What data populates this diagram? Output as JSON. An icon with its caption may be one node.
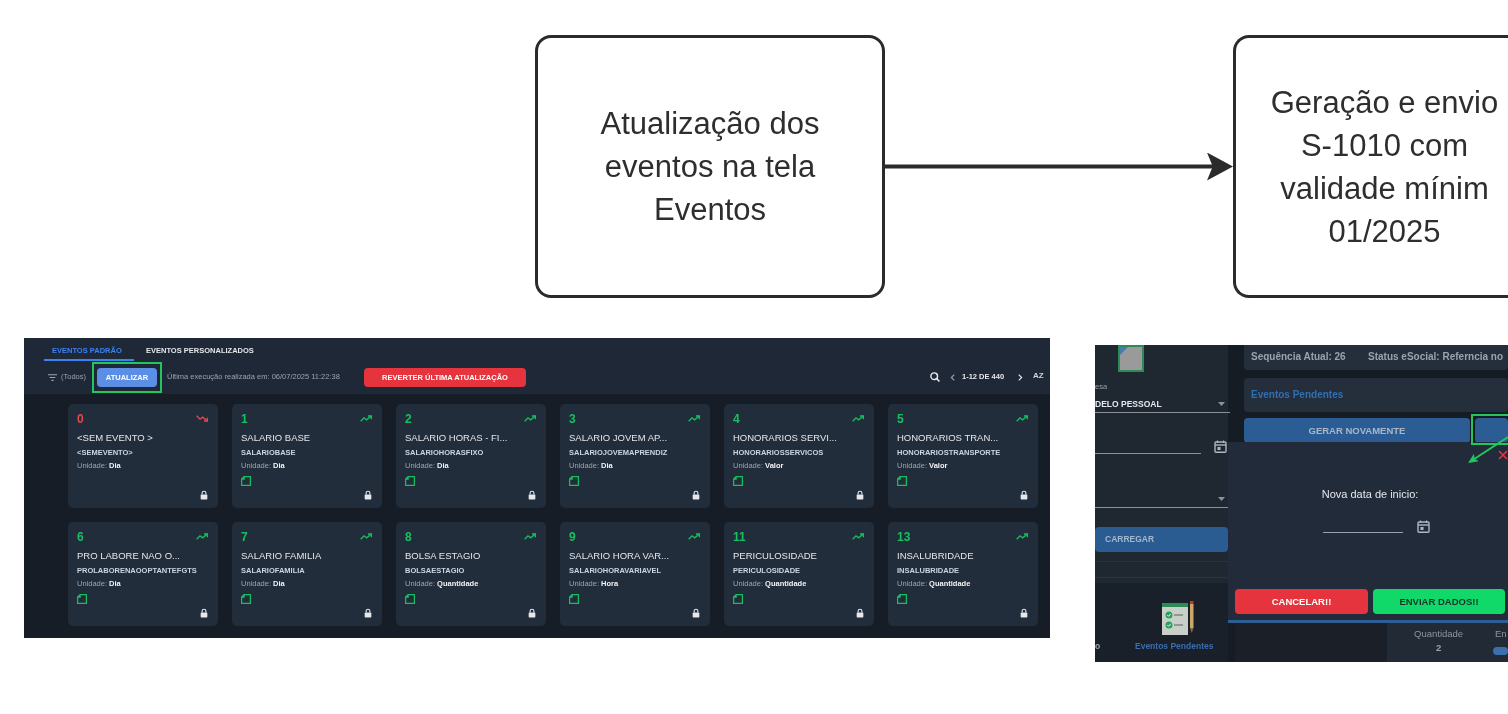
{
  "diagram": {
    "nodes": [
      {
        "text": [
          "Atualização dos eventos na tela Eventos"
        ]
      },
      {
        "text": [
          "Geração e envio S-1010 com validade mínim 01/2025"
        ]
      },
      {
        "text": [
          "EVENTOS PADRÃO",
          "EVENTOS PERSONALIZADOS",
          "(Todos)",
          "Última execução realizada em: 06/07/2025 11:22:38",
          "1-12 DE 440",
          "AZ"
        ]
      },
      {
        "text": [
          "ATUALIZAR"
        ],
        "in": 2
      },
      {
        "text": [
          "REVERTER ÚLTIMA ATUALIZAÇÃO"
        ],
        "in": 2
      },
      {
        "text": [
          "0",
          "<SEM EVENTO >",
          "<SEMEVENTO>",
          "Unidade: **Dia**"
        ],
        "in": 2
      },
      {
        "text": [
          "1",
          "SALARIO BASE",
          "SALARIOBASE",
          "Unidade: **Dia**"
        ],
        "in": 2
      },
      {
        "text": [
          "2",
          "SALARIO HORAS - FI...",
          "SALARIOHORASFIXO",
          "Unidade: **Dia**"
        ],
        "in": 2
      },
      {
        "text": [
          "3",
          "SALARIO JOVEM AP...",
          "SALARIOJOVEMAPRENDIZ",
          "Unidade: **Dia**"
        ],
        "in": 2
      },
      {
        "text": [
          "4",
          "HONORARIOS SERVI...",
          "HONORARIOSSERVICOS",
          "Unidade: **Valor**"
        ],
        "in": 2
      },
      {
        "text": [
          "5",
          "HONORARIOS TRAN...",
          "HONORARIOSTRANSPORTE",
          "Unidade: **Valor**"
        ],
        "in": 2
      },
      {
        "text": [
          "6",
          "PRO LABORE NAO O...",
          "PROLABORENAOOPTANTEFGTS",
          "Unidade: **Dia**"
        ],
        "in": 2
      },
      {
        "text": [
          "7",
          "SALARIO FAMILIA",
          "SALARIOFAMILIA",
          "Unidade: **Dia**"
        ],
        "in": 2
      },
      {
        "text": [
          "8",
          "BOLSA ESTAGIO",
          "BOLSAESTAGIO",
          "Unidade: **Quantidade**"
        ],
        "in": 2
      },
      {
        "text": [
          "9",
          "SALARIO HORA VAR...",
          "SALARIOHORAVARIAVEL",
          "Unidade: **Hora**"
        ],
        "in": 2
      },
      {
        "text": [
          "11",
          "PERICULOSIDADE",
          "PERICULOSIDADE",
          "Unidade: **Quantidade**"
        ],
        "in": 2
      },
      {
        "text": [
          "13",
          "INSALUBRIDADE",
          "INSALUBRIDADE",
          "Unidade: **Quantidade**"
        ],
        "in": 2
      },
      {
        "text": [
          "esa",
          "DELO PESSOAL",
          "o",
          "Eventos Pendentes",
          "Quantidade",
          "2",
          "En"
        ]
      },
      {
        "text": [
          "Sequência Atual: 26",
          "Status eSocial: Referncia no"
        ],
        "in": 17
      },
      {
        "text": [
          "Eventos Pendentes"
        ],
        "in": 17
      },
      {
        "text": [
          "GERAR NOVAMENTE"
        ],
        "in": 17
      },
      {
        "text": [],
        "shape": "box",
        "in": 17
      },
      {
        "text": [
          "CARREGAR"
        ],
        "in": 17
      },
      {
        "text": [
          "Nova data de inicio:"
        ],
        "in": 17
      },
      {
        "text": [
          "CANCELAR!!"
        ],
        "in": 23
      },
      {
        "text": [
          "ENVIAR DADOS!!"
        ],
        "in": 23
      }
    ],
    "edges": [
      {
        "from": 0,
        "to": 1,
        "arrow": "to"
      },
      {
        "from": 21,
        "to": 23,
        "arrow": "to",
        "color": "#22c55e"
      }
    ]
  }
}
